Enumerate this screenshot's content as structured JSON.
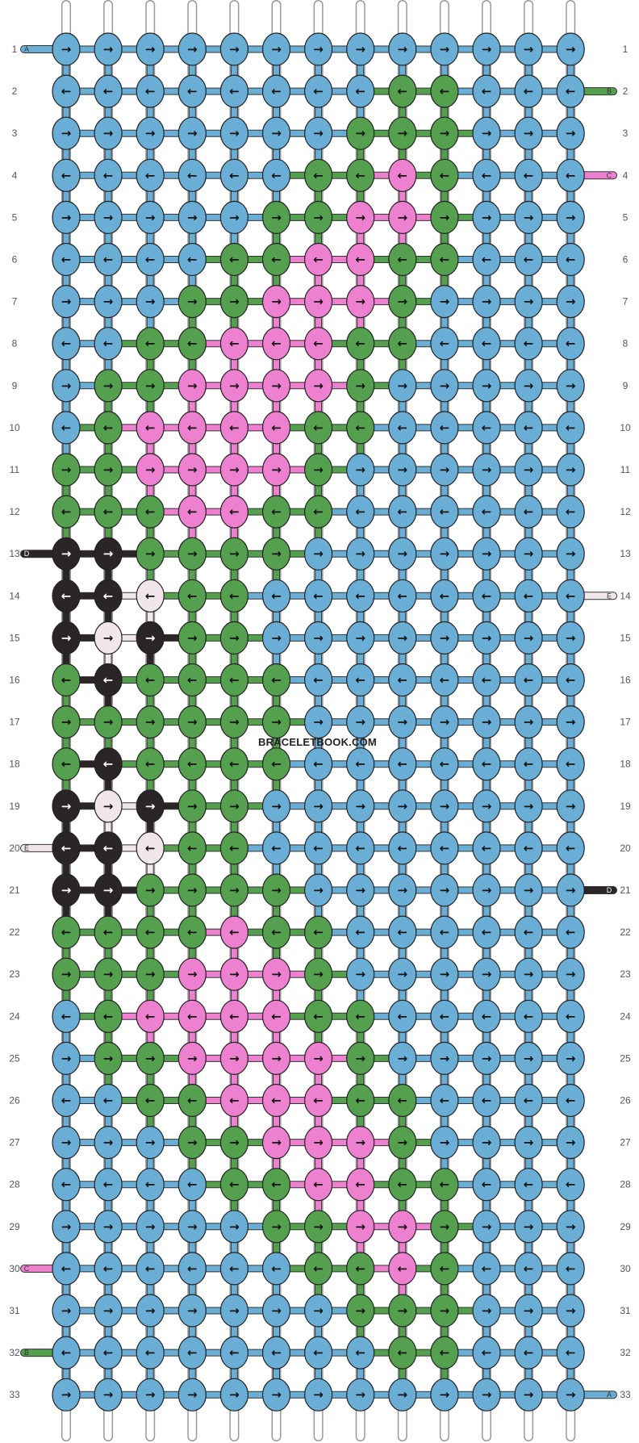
{
  "watermark": "BRACELETBOOK.COM",
  "colors": {
    "A": "#6aaed6",
    "B": "#55a04e",
    "C": "#ee80d0",
    "D": "#2b2528",
    "E": "#f0e6ec"
  },
  "thread_labels": {
    "A": "A",
    "B": "B",
    "C": "C",
    "D": "D",
    "E": "E"
  },
  "row_numbers": [
    "1",
    "2",
    "3",
    "4",
    "5",
    "6",
    "7",
    "8",
    "9",
    "10",
    "11",
    "12",
    "13",
    "14",
    "15",
    "16",
    "17",
    "18",
    "19",
    "20",
    "21",
    "22",
    "23",
    "24",
    "25",
    "26",
    "27",
    "28",
    "29",
    "30",
    "31",
    "32",
    "33"
  ],
  "start_threads": [
    "A",
    "B",
    "C",
    "D",
    "E"
  ],
  "knot_glyphs": {
    "right": "→",
    "left": "←"
  },
  "rows": [
    {
      "dir": "R",
      "colors": "AAAAAAAAAAAAA"
    },
    {
      "dir": "L",
      "colors": "AAAAAAAABBAAA"
    },
    {
      "dir": "R",
      "colors": "AAAAAAABBBAAA"
    },
    {
      "dir": "L",
      "colors": "AAAAAABBCBAAA"
    },
    {
      "dir": "R",
      "colors": "AAAAABBCCBAAA"
    },
    {
      "dir": "L",
      "colors": "AAAABBCCBBAAA"
    },
    {
      "dir": "R",
      "colors": "AAABBCCCBAAAA"
    },
    {
      "dir": "L",
      "colors": "AABBCCCBBAAAA"
    },
    {
      "dir": "R",
      "colors": "ABBCCCCBAAAAA"
    },
    {
      "dir": "L",
      "colors": "ABCCCCBBAAAAA"
    },
    {
      "dir": "R",
      "colors": "BBCCCCBAAAAAA"
    },
    {
      "dir": "L",
      "colors": "BBBCCBBAAAAAA"
    },
    {
      "dir": "R",
      "colors": "DDBBBBAAAAAAA"
    },
    {
      "dir": "L",
      "colors": "DDEBBAAAAAAAA"
    },
    {
      "dir": "R",
      "colors": "DEDBBAAAAAAAA"
    },
    {
      "dir": "L",
      "colors": "BDBBBBAAAAAAA"
    },
    {
      "dir": "R",
      "colors": "BBBBBBAAAAAAA"
    },
    {
      "dir": "L",
      "colors": "BDBBBBAAAAAAA"
    },
    {
      "dir": "R",
      "colors": "DEDBBAAAAAAAA"
    },
    {
      "dir": "L",
      "colors": "DDEBBAAAAAAAA"
    },
    {
      "dir": "R",
      "colors": "DDBBBBAAAAAAA"
    },
    {
      "dir": "L",
      "colors": "BBBBCBBAAAAAA"
    },
    {
      "dir": "R",
      "colors": "BBBCCCBAAAAAA"
    },
    {
      "dir": "L",
      "colors": "ABCCCCBBAAAAA"
    },
    {
      "dir": "R",
      "colors": "ABBCCCCBAAAAA"
    },
    {
      "dir": "L",
      "colors": "AABBCCCBBAAAA"
    },
    {
      "dir": "R",
      "colors": "AAABBCCCBAAAA"
    },
    {
      "dir": "L",
      "colors": "AAAABBCCBBAAA"
    },
    {
      "dir": "R",
      "colors": "AAAAABBCCBAAA"
    },
    {
      "dir": "L",
      "colors": "AAAAAABBCBAAA"
    },
    {
      "dir": "R",
      "colors": "AAAAAAABBBAAA"
    },
    {
      "dir": "L",
      "colors": "AAAAAAAABBAAA"
    },
    {
      "dir": "R",
      "colors": "AAAAAAAAAAAAA"
    }
  ],
  "side_threads": [
    {
      "label": "A",
      "row": 1,
      "side": "left"
    },
    {
      "label": "B",
      "row": 32,
      "side": "left"
    },
    {
      "label": "C",
      "row": 30,
      "side": "left"
    },
    {
      "label": "D",
      "row": 13,
      "side": "left"
    },
    {
      "label": "E",
      "row": 20,
      "side": "left"
    },
    {
      "label": "B",
      "row": 2,
      "side": "right"
    },
    {
      "label": "C",
      "row": 4,
      "side": "right"
    },
    {
      "label": "E",
      "row": 14,
      "side": "right"
    },
    {
      "label": "D",
      "row": 21,
      "side": "right"
    },
    {
      "label": "A",
      "row": 33,
      "side": "right"
    }
  ]
}
